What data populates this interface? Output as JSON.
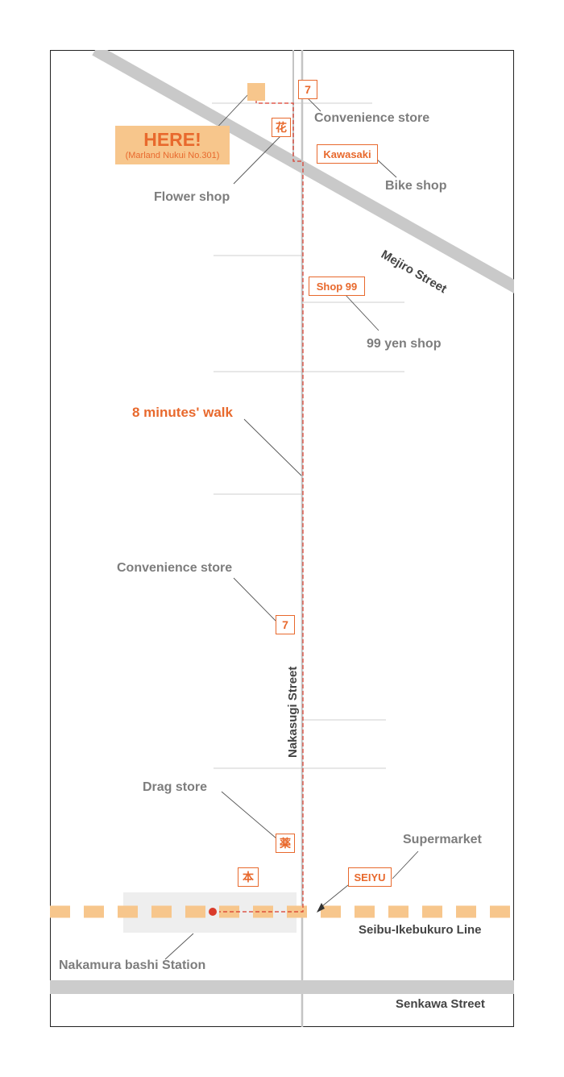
{
  "colors": {
    "accent": "#e8692d",
    "here_fill": "#f7c68c",
    "road": "#cccccc",
    "route": "#d93a2a",
    "label": "#7d7d7d"
  },
  "here": {
    "title": "HERE!",
    "subtitle": "(Marland Nukui No.301)"
  },
  "shops": {
    "convenience_top_tag": "7",
    "convenience_top_label": "Convenience store",
    "flower_tag": "花",
    "flower_label": "Flower shop",
    "bike_tag": "Kawasaki",
    "bike_label": "Bike shop",
    "shop99_tag": "Shop 99",
    "shop99_label": "99 yen shop",
    "convenience_mid_tag": "7",
    "convenience_mid_label": "Convenience store",
    "drug_tag": "薬",
    "drug_label": "Drag store",
    "book_tag": "本",
    "supermarket_tag": "SEIYU",
    "supermarket_label": "Supermarket"
  },
  "route": {
    "walk_label": "8 minutes' walk"
  },
  "streets": {
    "mejiro": "Mejiro Street",
    "nakasugi": "Nakasugi Street",
    "senkawa": "Senkawa Street",
    "rail_line": "Seibu-Ikebukuro Line"
  },
  "station": {
    "name": "Nakamura bashi Station"
  }
}
